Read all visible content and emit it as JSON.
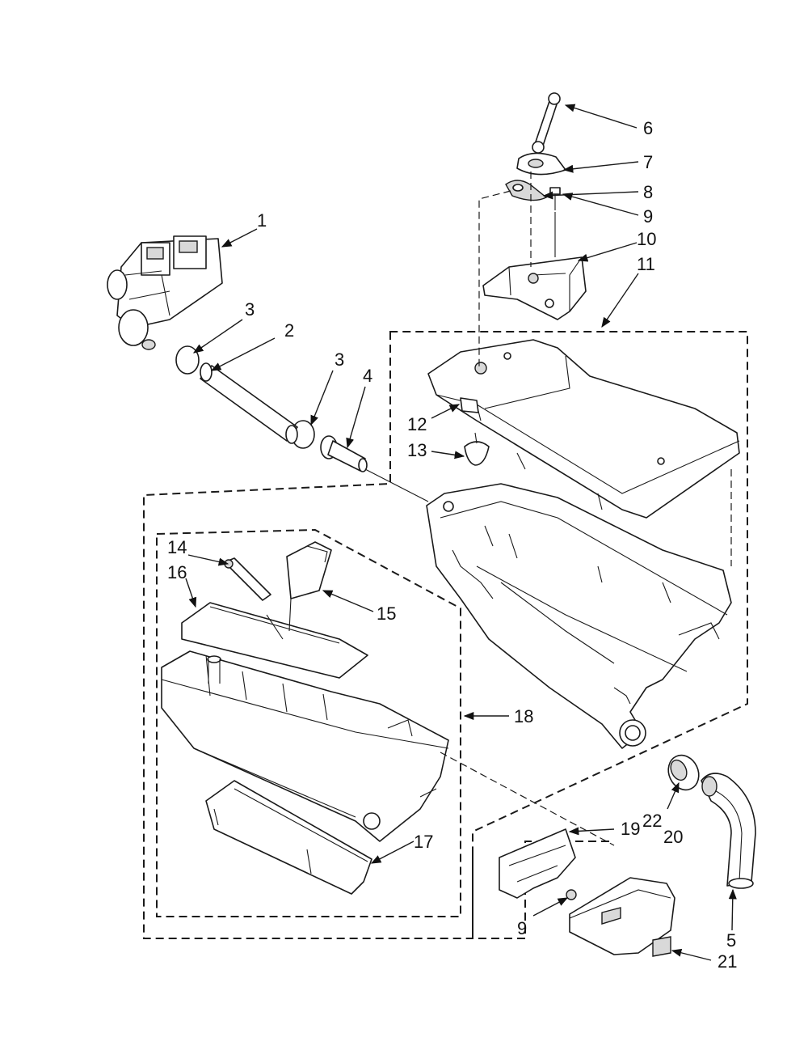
{
  "diagram": {
    "callouts": {
      "c1": "1",
      "c2": "2",
      "c3a": "3",
      "c3b": "3",
      "c4": "4",
      "c5": "5",
      "c6": "6",
      "c7": "7",
      "c8": "8",
      "c9a": "9",
      "c9b": "9",
      "c10": "10",
      "c11": "11",
      "c12": "12",
      "c13": "13",
      "c14": "14",
      "c15": "15",
      "c16": "16",
      "c17": "17",
      "c18": "18",
      "c19": "19",
      "c20": "20",
      "c21": "21",
      "c22": "22"
    }
  }
}
